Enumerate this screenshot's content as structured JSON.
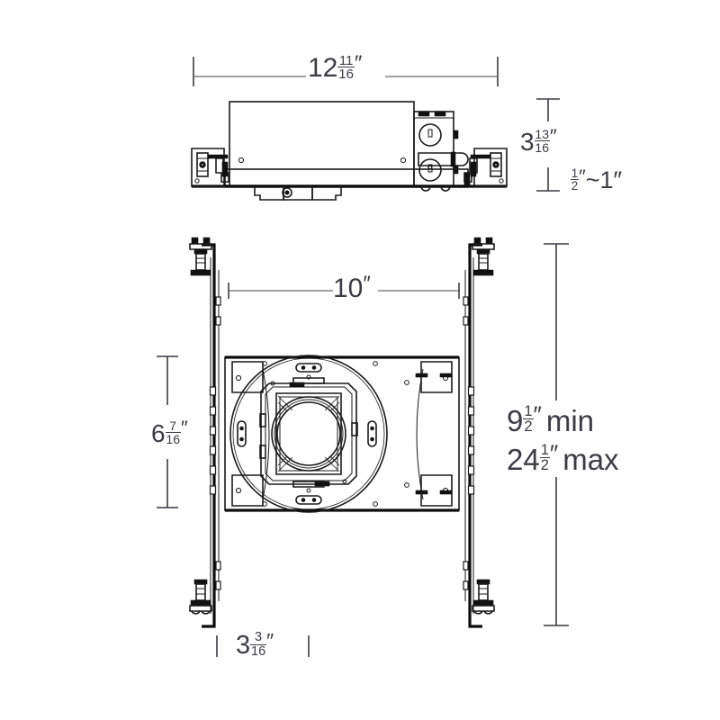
{
  "drawing": {
    "title": "Recessed downlight housing installation dimensions",
    "type": "technical-line-drawing",
    "background_color": "#ffffff",
    "line_color": "#1a1a1a",
    "dimension_line_color": "#6b6b6b",
    "text_color": "#3c3c44",
    "views": [
      {
        "name": "side-elevation",
        "description": "Side elevation of recessed housing with junction box and bar hanger brackets"
      },
      {
        "name": "plan-view",
        "description": "Plan view of housing frame with round aperture, square trim ring and two bar hangers with T-bar clips"
      }
    ]
  },
  "dimensions": {
    "overall_width": {
      "whole": "12",
      "numerator": "11",
      "denominator": "16",
      "unit": "″",
      "plain": "12 11/16″",
      "orientation": "horizontal",
      "view": "side-elevation"
    },
    "housing_height": {
      "whole": "3",
      "numerator": "13",
      "denominator": "16",
      "unit": "″",
      "plain": "3 13/16″",
      "orientation": "vertical",
      "view": "side-elevation"
    },
    "ceiling_thickness": {
      "whole": "",
      "numerator": "1",
      "denominator": "2",
      "unit": "″",
      "suffix": "~1″",
      "plain": "1/2″~1″",
      "orientation": "vertical",
      "view": "side-elevation"
    },
    "plan_width": {
      "whole": "10",
      "numerator": "",
      "denominator": "",
      "unit": "″",
      "plain": "10″",
      "orientation": "horizontal",
      "view": "plan-view"
    },
    "aperture_height": {
      "whole": "6",
      "numerator": "7",
      "denominator": "16",
      "unit": "″",
      "plain": "6 7/16″",
      "orientation": "vertical",
      "view": "plan-view"
    },
    "bar_hanger_offset": {
      "whole": "3",
      "numerator": "3",
      "denominator": "16",
      "unit": "″",
      "plain": "3 3/16″",
      "orientation": "horizontal",
      "view": "plan-view"
    },
    "joist_span_min": {
      "whole": "9",
      "numerator": "1",
      "denominator": "2",
      "unit": "″",
      "suffix": "min",
      "plain": "9 1/2″ min",
      "orientation": "vertical",
      "view": "plan-view"
    },
    "joist_span_max": {
      "whole": "24",
      "numerator": "1",
      "denominator": "2",
      "unit": "″",
      "suffix": "max",
      "plain": "24 1/2″ max",
      "orientation": "vertical",
      "view": "plan-view"
    }
  }
}
